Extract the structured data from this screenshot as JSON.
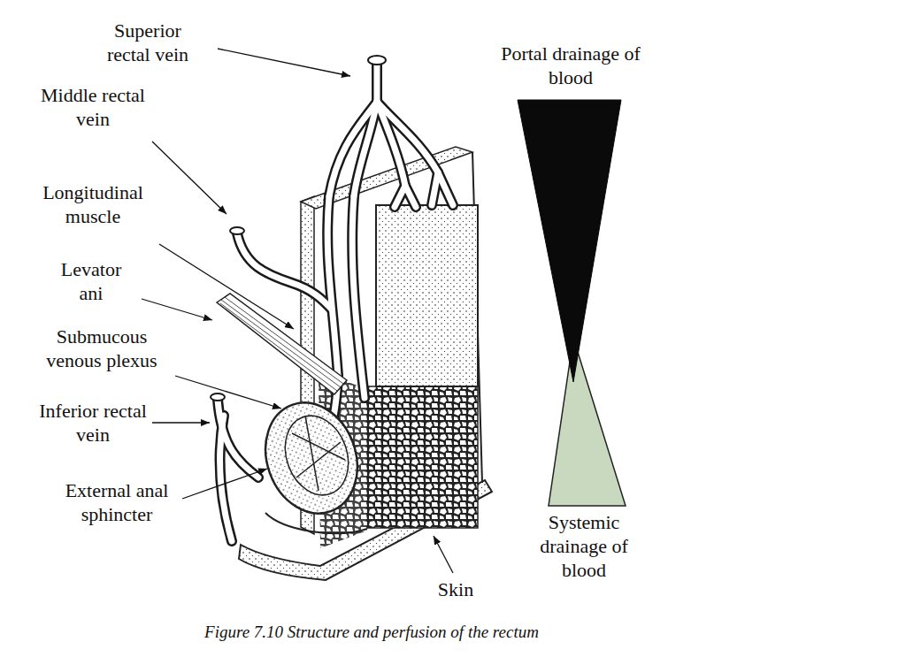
{
  "diagram": {
    "caption": "Figure 7.10 Structure and perfusion of the rectum",
    "labels": [
      "Superior rectal vein",
      "Middle rectal vein",
      "Longitudinal muscle",
      "Levator ani",
      "Submucous venous plexus",
      "Inferior rectal vein",
      "External anal sphincter",
      "Skin",
      "Portal drainage of blood",
      "Systemic drainage of blood"
    ]
  }
}
